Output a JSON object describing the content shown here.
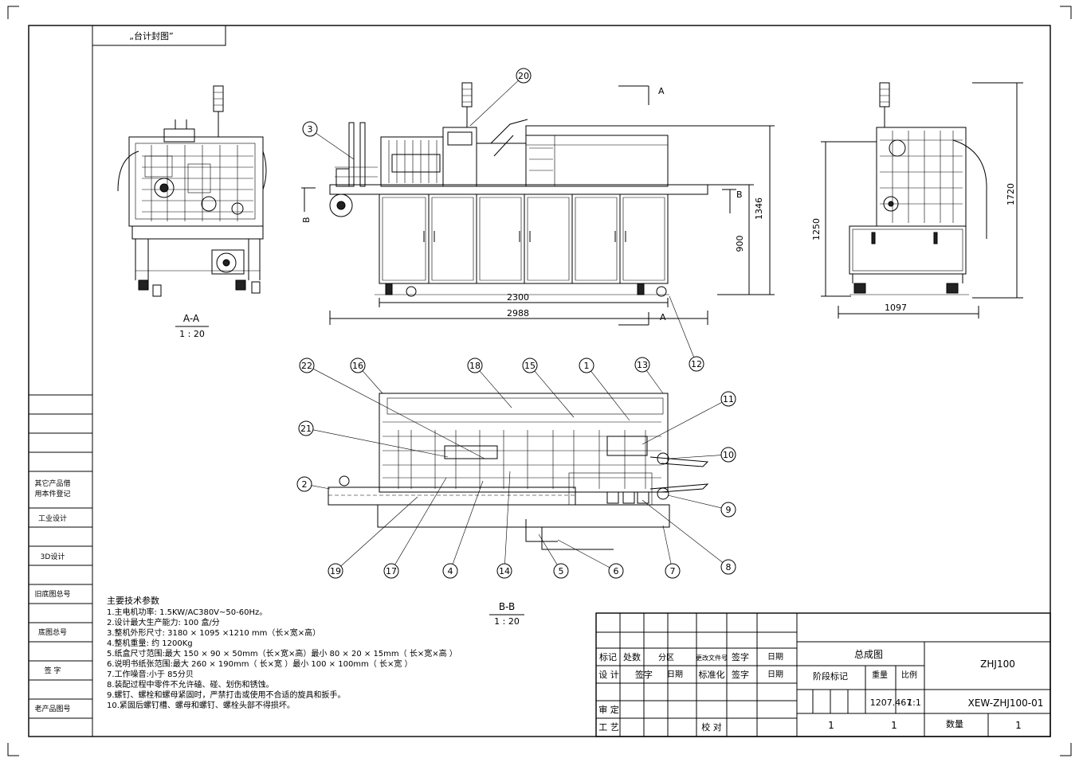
{
  "title_box": "„台计封图”",
  "views": {
    "aa": {
      "label": "A-A",
      "scale": "1 : 20"
    },
    "bb": {
      "label": "B-B",
      "scale": "1 : 20"
    },
    "section_marks": {
      "a": "A",
      "b": "B"
    }
  },
  "dimensions": {
    "length_inner": "2300",
    "length_total": "2988",
    "height_total": "1346",
    "height_table": "900",
    "side_height_total": "1720",
    "side_height_mid": "1250",
    "side_width": "1097"
  },
  "balloons": [
    "1",
    "2",
    "3",
    "4",
    "5",
    "6",
    "7",
    "8",
    "9",
    "10",
    "11",
    "12",
    "13",
    "14",
    "15",
    "16",
    "17",
    "18",
    "19",
    "20",
    "21",
    "22"
  ],
  "left_strip": {
    "other_product_1": "其它产品借",
    "other_product_2": "用本件登记",
    "industrial_design": "工业设计",
    "design_3d": "3D设计",
    "old_drawing_no": "旧底图总号",
    "base_drawing_no": "底图总号",
    "signature": "签  字",
    "old_product_no": "老产品图号"
  },
  "tech_params": {
    "heading": "主要技术参数",
    "lines": [
      "1.主电机功率:          1.5KW/AC380V~50-60Hz。",
      "2.设计最大生产能力:              100 盒/分",
      "3.整机外形尺寸:          3180 × 1095 ×1210   mm（长×宽×高）",
      "4.整机重量:               约 1200Kg",
      "5.纸盒尺寸范围:最大     150 × 90 × 50mm（长×宽×高）最小        80 × 20 × 15mm（ 长×宽×高     ）",
      "6.说明书纸张范围:最大       260 × 190mm（ 长×宽  ）最小 100 × 100mm（  长×宽  ）",
      "7.工作噪音:小于          85分贝",
      "8.装配过程中零件不允许磕、碰、划伤和锈蚀。",
      "9.螺钉、螺栓和螺母紧固时，严禁打击或使用不合适的旋具和扳手。",
      "10.紧固后螺钉槽、螺母和螺钉、螺栓头部不得损坏。"
    ]
  },
  "title_block": {
    "mark": "标记",
    "count": "处数",
    "zone": "分区",
    "change_doc": "更改文件号",
    "sign": "签字",
    "date": "日期",
    "design": "设 计",
    "sign2": "签字",
    "date2": "日期",
    "standard": "标准化",
    "sign3": "签字",
    "date3": "日期",
    "review": "审 定",
    "process": "工 艺",
    "check": "校 对",
    "drawing_name": "总成图",
    "stage_mark": "阶段标记",
    "weight_label": "重量",
    "ratio_label": "比例",
    "weight_value": "1207.467",
    "ratio_value": "1:1",
    "model": "ZHJ100",
    "drawing_no": "XEW-ZHJ100-01",
    "sheets_total": "1",
    "sheet_no": "1",
    "qty_label": "数量",
    "qty_value": "1"
  }
}
